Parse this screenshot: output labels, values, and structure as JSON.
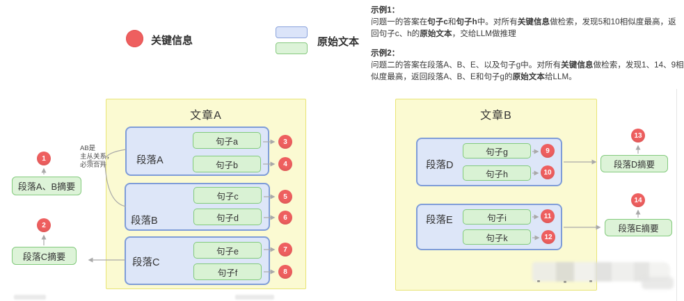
{
  "legend": {
    "key_info_label": "关键信息",
    "original_text_label": "原始文本"
  },
  "examples": [
    {
      "title": "示例1：",
      "runs": [
        {
          "t": "问题一的答案在"
        },
        {
          "t": "句子c",
          "b": true
        },
        {
          "t": "和"
        },
        {
          "t": "句子h",
          "b": true
        },
        {
          "t": "中。对所有"
        },
        {
          "t": "关键信息",
          "b": true
        },
        {
          "t": "做检索，发现5和10相似度最高，返回句子c、h的"
        },
        {
          "t": "原始文本",
          "b": true
        },
        {
          "t": "，交给LLM做推理"
        }
      ]
    },
    {
      "title": "示例2：",
      "runs": [
        {
          "t": "问题二的答案在段落A、B、E、以及句子g中。对所有"
        },
        {
          "t": "关键信息",
          "b": true
        },
        {
          "t": "做检索，发现1、14、9相似度最高，返回段落A、B、E和句子g的"
        },
        {
          "t": "原始文本",
          "b": true
        },
        {
          "t": "给LLM。"
        }
      ]
    }
  ],
  "article_a": {
    "title": "文章A",
    "paragraphs": [
      {
        "label": "段落A",
        "sentences": [
          {
            "label": "句子a",
            "num": "3"
          },
          {
            "label": "句子b",
            "num": "4"
          }
        ]
      },
      {
        "label": "段落B",
        "sentences": [
          {
            "label": "句子c",
            "num": "5"
          },
          {
            "label": "句子d",
            "num": "6"
          }
        ]
      },
      {
        "label": "段落C",
        "sentences": [
          {
            "label": "句子e",
            "num": "7"
          },
          {
            "label": "句子f",
            "num": "8"
          }
        ]
      }
    ]
  },
  "article_b": {
    "title": "文章B",
    "paragraphs": [
      {
        "label": "段落D",
        "sentences": [
          {
            "label": "句子g",
            "num": "9"
          },
          {
            "label": "句子h",
            "num": "10"
          }
        ]
      },
      {
        "label": "段落E",
        "sentences": [
          {
            "label": "句子i",
            "num": "11"
          },
          {
            "label": "句子k",
            "num": "12"
          }
        ]
      }
    ]
  },
  "summaries": {
    "ab": {
      "label": "段落A、B摘要",
      "num": "1"
    },
    "c": {
      "label": "段落C摘要",
      "num": "2"
    },
    "d": {
      "label": "段落D摘要",
      "num": "13"
    },
    "e": {
      "label": "段落E摘要",
      "num": "14"
    }
  },
  "note": {
    "line1": "AB是",
    "line2": "主从关系，",
    "line3": "必须合并"
  },
  "colors": {
    "key_info_red": "#ee5f5f",
    "paragraph_blue_fill": "#dde6f8",
    "paragraph_blue_border": "#7e9cd8",
    "sentence_green_fill": "#d9f2d4",
    "sentence_green_border": "#82ca7c",
    "article_yellow_fill": "#fbfad2",
    "article_yellow_border": "#e8e475",
    "connector_gray": "#a9a9a9"
  }
}
